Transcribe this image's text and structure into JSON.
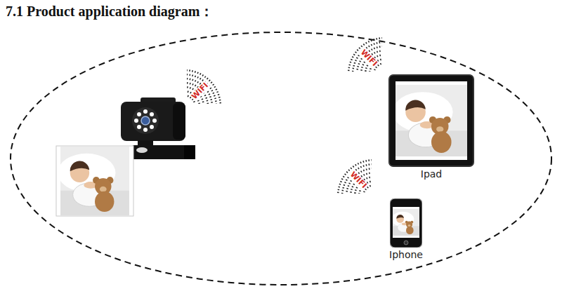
{
  "diagram": {
    "title": "7.1 Product application diagram：",
    "nodes": [
      {
        "text": [
          "Ipad"
        ]
      },
      {
        "text": [
          "Iphone"
        ]
      }
    ],
    "labels": [
      "WIFI",
      "WIFI",
      "WIFI"
    ]
  }
}
